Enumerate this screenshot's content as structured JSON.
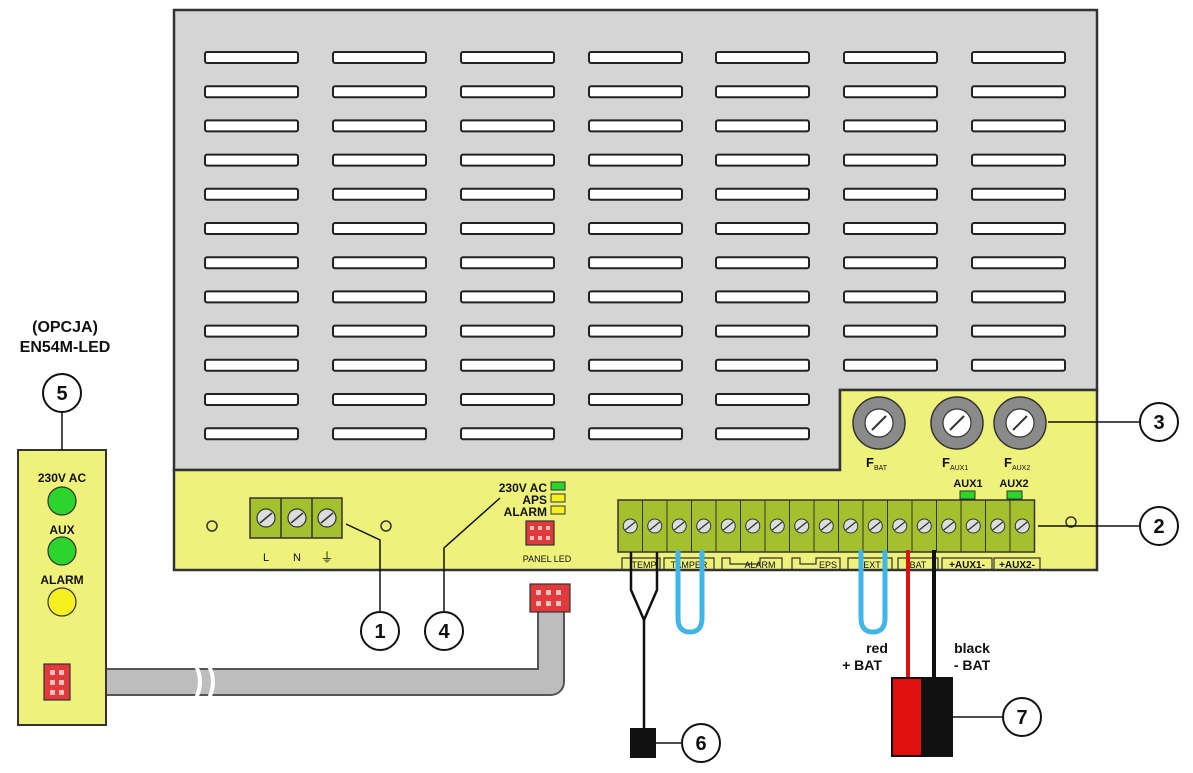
{
  "option": {
    "line1": "(OPCJA)",
    "line2": "EN54M-LED"
  },
  "indicator_panel": {
    "leds": [
      {
        "label": "230V AC",
        "color": "#2bd52b"
      },
      {
        "label": "AUX",
        "color": "#2bd52b"
      },
      {
        "label": "ALARM",
        "color": "#f7f020"
      }
    ]
  },
  "psu": {
    "mains_terminals": [
      "L",
      "N",
      "⏚"
    ],
    "status_leds": [
      {
        "label": "230V AC",
        "color": "#2bd52b"
      },
      {
        "label": "APS",
        "color": "#f7f020"
      },
      {
        "label": "ALARM",
        "color": "#f7f020"
      }
    ],
    "panel_led_label": "PANEL LED",
    "fuses": [
      {
        "main": "F",
        "sub": "BAT"
      },
      {
        "main": "F",
        "sub": "AUX1"
      },
      {
        "main": "F",
        "sub": "AUX2"
      }
    ],
    "aux_leds": [
      "AUX1",
      "AUX2"
    ],
    "terminal_groups": [
      "TEMP",
      "TAMPER",
      "ALARM",
      "EPS",
      "EXT",
      "BAT",
      "+AUX1-",
      "+AUX2-"
    ]
  },
  "battery": {
    "red_label": "red",
    "red_sub": "+ BAT",
    "black_label": "black",
    "black_sub": "- BAT"
  },
  "callouts": [
    "1",
    "2",
    "3",
    "4",
    "5",
    "6",
    "7"
  ],
  "colors": {
    "enclosure": "#d5d5d5",
    "board": "#eef27a",
    "terminal": "#a4c02c",
    "jumper": "#3fb5e8",
    "wire_red": "#e01010",
    "wire_black": "#111111",
    "connector_red": "#e03a3a"
  }
}
